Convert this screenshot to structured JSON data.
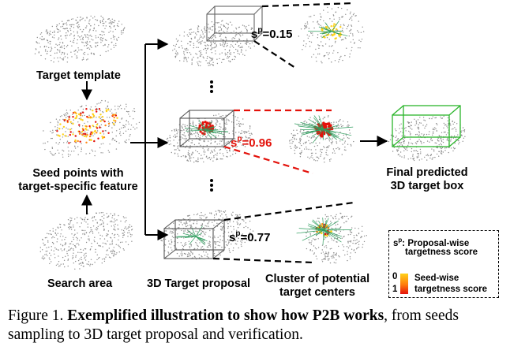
{
  "labels": {
    "target_template": "Target template",
    "seed_points_line1": "Seed points with",
    "seed_points_line2": "target-specific feature",
    "search_area": "Search area",
    "proposal_3d": "3D Target proposal",
    "cluster_line1": "Cluster of potential",
    "cluster_line2": "target centers",
    "final_line1": "Final predicted",
    "final_line2": "3D target box"
  },
  "scores": [
    {
      "symbol": "s",
      "sup": "p",
      "value": "=0.15",
      "color": "#000000"
    },
    {
      "symbol": "s",
      "sup": "p",
      "value": "=0.96",
      "color": "#e3120b"
    },
    {
      "symbol": "s",
      "sup": "p",
      "value": "=0.77",
      "color": "#000000"
    }
  ],
  "legend": {
    "proposal_symbol": "s",
    "proposal_sup": "p",
    "proposal_line1": ": Proposal-wise",
    "proposal_line2": "targetness score",
    "scale_top": "0",
    "scale_bottom": "1",
    "seed_line1": "Seed-wise",
    "seed_line2": "targetness score"
  },
  "caption": {
    "prefix": "Figure 1. ",
    "bold": "Exemplified illustration to show how P2B works",
    "rest": ", from seeds sampling to 3D target proposal and verification."
  },
  "colors": {
    "point_cloud": "#8c8c8c",
    "highlight": "#e3120b",
    "seed_low": "#ffd21a",
    "ray": "#2e9e5e",
    "box_green": "#2bb52b",
    "dashed_red": "#e3120b"
  }
}
